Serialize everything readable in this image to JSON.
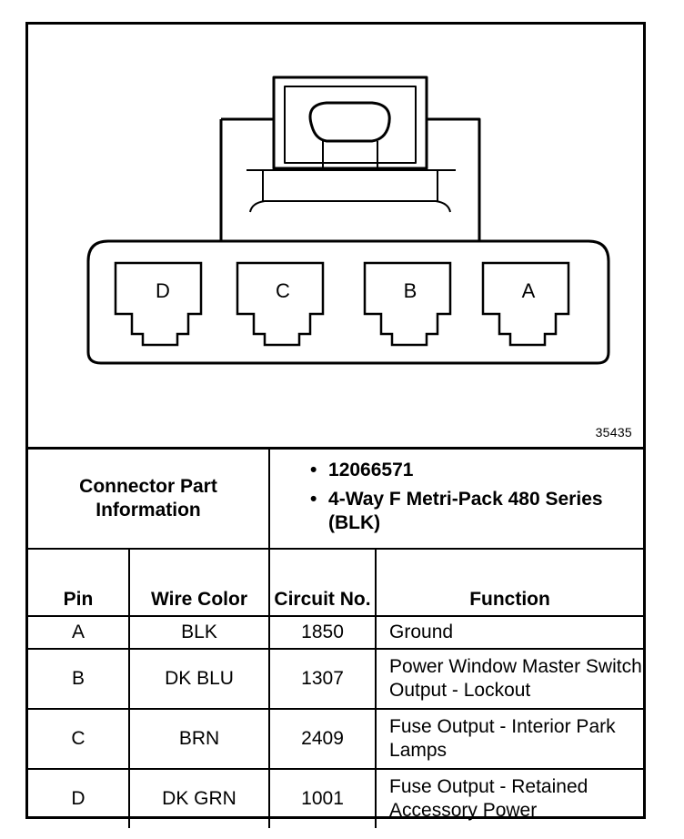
{
  "figure_number": "35435",
  "connector": {
    "cavity_labels": [
      "D",
      "C",
      "B",
      "A"
    ]
  },
  "part_info": {
    "label": "Connector Part Information",
    "items": [
      "12066571",
      "4-Way F Metri-Pack 480 Series (BLK)"
    ]
  },
  "table": {
    "headers": {
      "pin": "Pin",
      "wire_color": "Wire Color",
      "circuit_no": "Circuit No.",
      "function": "Function"
    },
    "rows": [
      {
        "pin": "A",
        "wire_color": "BLK",
        "circuit": "1850",
        "function": "Ground"
      },
      {
        "pin": "B",
        "wire_color": "DK BLU",
        "circuit": "1307",
        "function": "Power Window Master Switch Output - Lockout"
      },
      {
        "pin": "C",
        "wire_color": "BRN",
        "circuit": "2409",
        "function": "Fuse Output - Interior Park Lamps"
      },
      {
        "pin": "D",
        "wire_color": "DK GRN",
        "circuit": "1001",
        "function": "Fuse Output - Retained Accessory Power"
      }
    ]
  }
}
